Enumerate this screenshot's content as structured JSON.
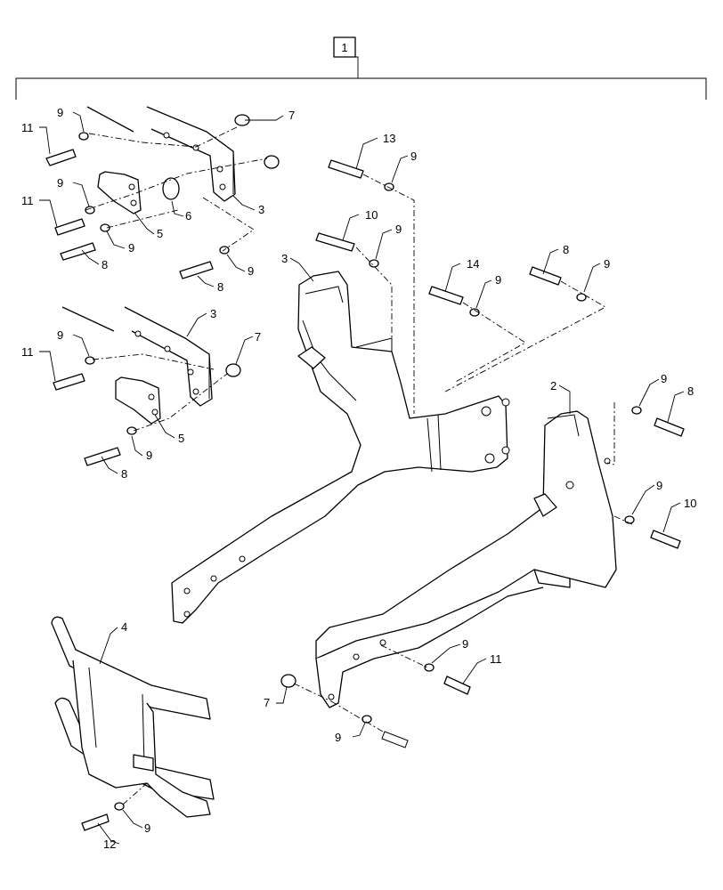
{
  "assembly_ref": "1",
  "callouts": {
    "c11a": "11",
    "c9a": "9",
    "c7a": "7",
    "c9b": "9",
    "c11b": "11",
    "c6": "6",
    "c3a": "3",
    "c5a": "5",
    "c9c": "9",
    "c8a": "8",
    "c8b": "8",
    "c9d": "9",
    "c13": "13",
    "c9e": "9",
    "c10a": "10",
    "c9f": "9",
    "c3b": "3",
    "c14": "14",
    "c9g": "9",
    "c8c": "8",
    "c9h": "9",
    "c3c": "3",
    "c11c": "11",
    "c9i": "9",
    "c7b": "7",
    "c5b": "5",
    "c8d": "8",
    "c9j": "9",
    "c2": "2",
    "c9k": "9",
    "c8e": "8",
    "c9l": "9",
    "c10b": "10",
    "c4": "4",
    "c9m": "9",
    "c11d": "11",
    "c7c": "7",
    "c9n": "9",
    "c12": "12",
    "c9o": "9"
  }
}
